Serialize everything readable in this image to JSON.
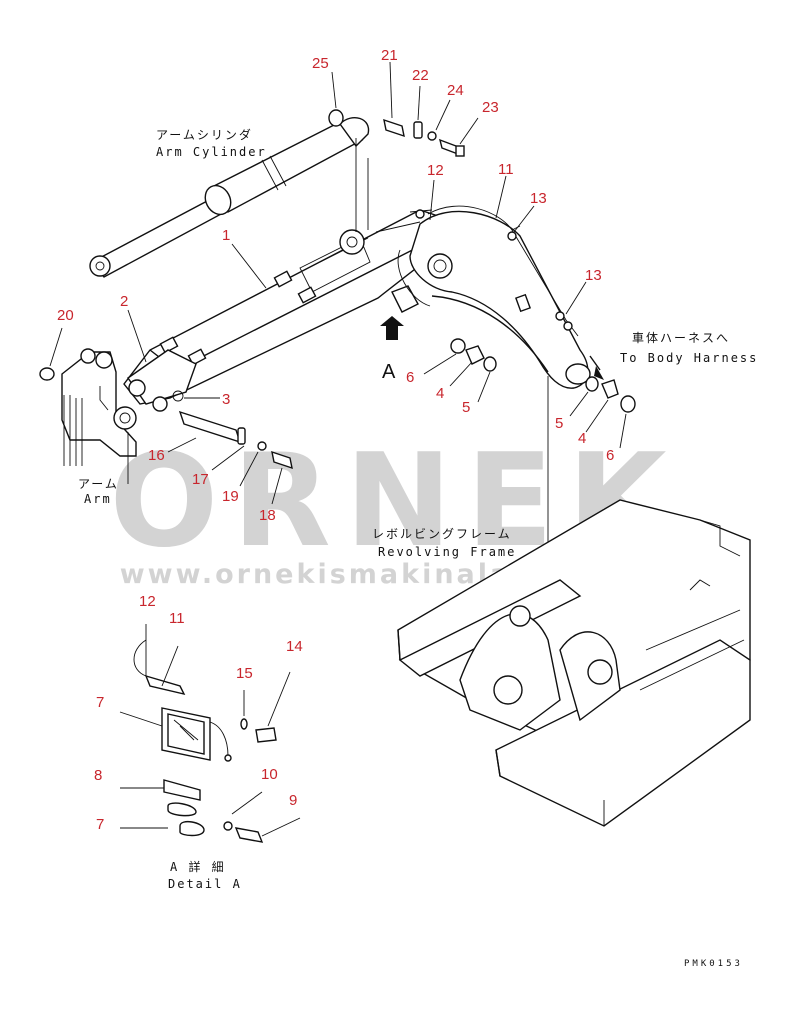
{
  "watermark": {
    "brand": "ORNEK",
    "url": "www.ornekismakinalari.com.tr"
  },
  "labels": {
    "arm_cylinder_jp": "アームシリンダ",
    "arm_cylinder_en": "Arm Cylinder",
    "arm_jp": "アーム",
    "arm_en": "Arm",
    "body_harness_jp": "車体ハーネスへ",
    "body_harness_en": "To Body Harness",
    "revolving_frame_jp": "レボルビングフレーム",
    "revolving_frame_en": "Revolving Frame",
    "view_letter": "A",
    "detail_jp": "A 詳 細",
    "detail_en": "Detail A",
    "drawing_code": "PMK0153"
  },
  "callouts": [
    "25",
    "21",
    "22",
    "24",
    "23",
    "1",
    "12",
    "11",
    "13",
    "13",
    "2",
    "20",
    "3",
    "16",
    "17",
    "19",
    "18",
    "6",
    "4",
    "5",
    "5",
    "4",
    "6",
    "12",
    "11",
    "7",
    "15",
    "14",
    "8",
    "10",
    "9",
    "7"
  ],
  "colors": {
    "callout": "#c8262d",
    "line": "#111111",
    "watermark": "#d3d3d3"
  }
}
